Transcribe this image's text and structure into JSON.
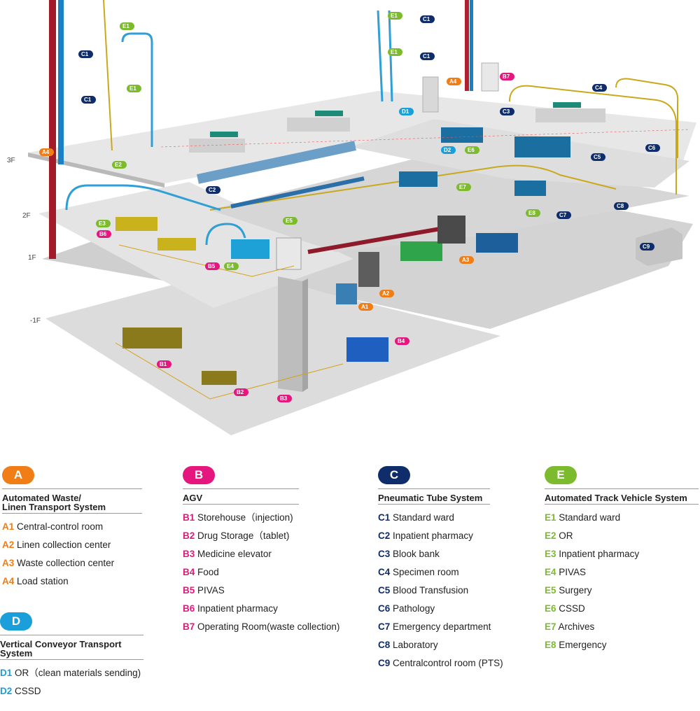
{
  "floors": [
    "3F",
    "2F",
    "1F",
    "-1F"
  ],
  "colors": {
    "A": "#f07d16",
    "B": "#e5177e",
    "C": "#0f2d6b",
    "D": "#1a9fdb",
    "E": "#7dbb2e"
  },
  "diagram_tags": {
    "a4_left": "A4",
    "a4_top": "A4",
    "a3": "A3",
    "a2": "A2",
    "a1": "A1",
    "b1": "B1",
    "b2": "B2",
    "b3": "B3",
    "b4": "B4",
    "b5": "B5",
    "b6": "B6",
    "b7": "B7",
    "c1_a": "C1",
    "c1_b": "C1",
    "c1_c": "C1",
    "c1_d": "C1",
    "c2": "C2",
    "c3": "C3",
    "c4": "C4",
    "c5": "C5",
    "c6": "C6",
    "c7": "C7",
    "c8": "C8",
    "c9": "C9",
    "d1": "D1",
    "d2": "D2",
    "e1_a": "E1",
    "e1_b": "E1",
    "e1_c": "E1",
    "e1_d": "E1",
    "e2": "E2",
    "e3": "E3",
    "e4": "E4",
    "e5": "E5",
    "e6": "E6",
    "e7": "E7",
    "e8": "E8"
  },
  "legend": {
    "A": {
      "letter": "A",
      "title_line1": "Automated Waste/",
      "title_line2": "Linen Transport System",
      "items": [
        {
          "code": "A1",
          "label": "Central-control room"
        },
        {
          "code": "A2",
          "label": "Linen collection center"
        },
        {
          "code": "A3",
          "label": "Waste collection center"
        },
        {
          "code": "A4",
          "label": "Load station"
        }
      ]
    },
    "B": {
      "letter": "B",
      "title_line1": "AGV",
      "items": [
        {
          "code": "B1",
          "label": "Storehouse（injection)"
        },
        {
          "code": "B2",
          "label": "Drug Storage（tablet)"
        },
        {
          "code": "B3",
          "label": "Medicine elevator"
        },
        {
          "code": "B4",
          "label": "Food"
        },
        {
          "code": "B5",
          "label": "PIVAS"
        },
        {
          "code": "B6",
          "label": "Inpatient pharmacy"
        },
        {
          "code": "B7",
          "label": "Operating Room(waste collection)"
        }
      ]
    },
    "C": {
      "letter": "C",
      "title_line1": "Pneumatic Tube System",
      "items": [
        {
          "code": "C1",
          "label": "Standard ward"
        },
        {
          "code": "C2",
          "label": "Inpatient pharmacy"
        },
        {
          "code": "C3",
          "label": "Blook bank"
        },
        {
          "code": "C4",
          "label": "Specimen room"
        },
        {
          "code": "C5",
          "label": "Blood Transfusion"
        },
        {
          "code": "C6",
          "label": "Pathology"
        },
        {
          "code": "C7",
          "label": "Emergency department"
        },
        {
          "code": "C8",
          "label": "Laboratory"
        },
        {
          "code": "C9",
          "label": "Centralcontrol room (PTS)"
        }
      ]
    },
    "D": {
      "letter": "D",
      "title_line1": "Vertical Conveyor Transport",
      "title_line2": "System",
      "items": [
        {
          "code": "D1",
          "label": "OR（clean materials sending)"
        },
        {
          "code": "D2",
          "label": "CSSD"
        }
      ]
    },
    "E": {
      "letter": "E",
      "title_line1": "Automated Track Vehicle System",
      "items": [
        {
          "code": "E1",
          "label": "Standard ward"
        },
        {
          "code": "E2",
          "label": "OR"
        },
        {
          "code": "E3",
          "label": "Inpatient pharmacy"
        },
        {
          "code": "E4",
          "label": "PIVAS"
        },
        {
          "code": "E5",
          "label": "Surgery"
        },
        {
          "code": "E6",
          "label": "CSSD"
        },
        {
          "code": "E7",
          "label": "Archives"
        },
        {
          "code": "E8",
          "label": "Emergency"
        }
      ]
    }
  }
}
